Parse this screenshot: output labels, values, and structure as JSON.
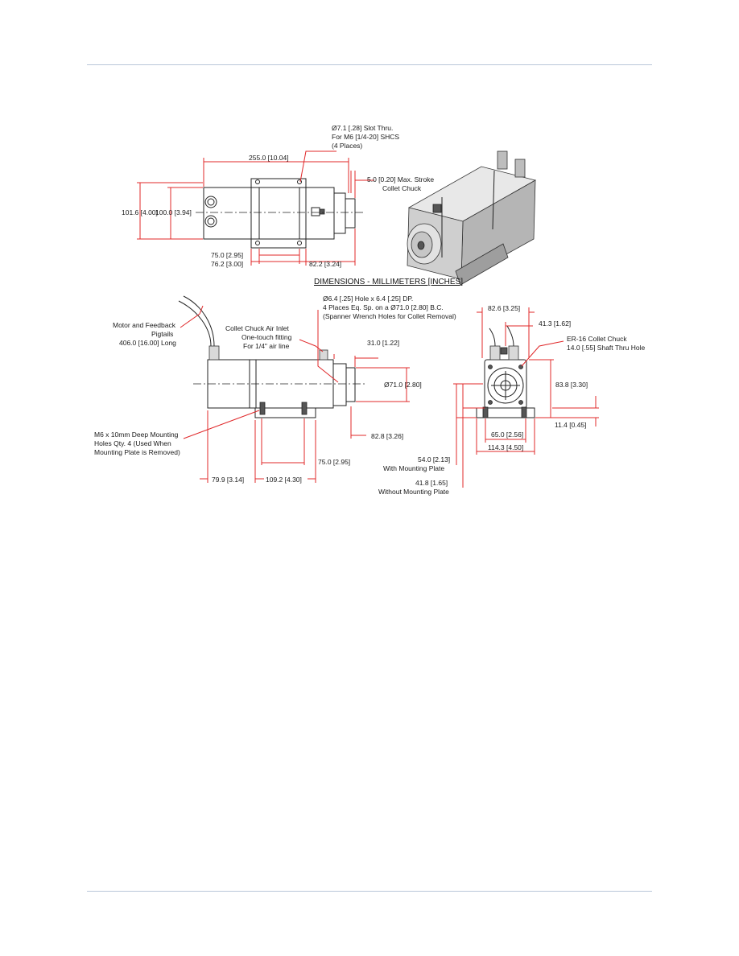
{
  "labels": {
    "slot_note_1": "Ø7.1 [.28] Slot Thru.",
    "slot_note_2": "For M6 [1/4-20] SHCS",
    "slot_note_3": "(4 Places)",
    "dim_255": "255.0 [10.04]",
    "stroke_1": "5.0 [0.20] Max. Stroke",
    "stroke_2": "Collet Chuck",
    "dim_1016": "101.6 [4.00]",
    "dim_1000": "100.0 [3.94]",
    "dim_750_top": "75.0 [2.95]",
    "dim_762": "76.2 [3.00]",
    "dim_822_top": "82.2 [3.24]",
    "title": "DIMENSIONS - MILLIMETERS [INCHES]",
    "motor_1": "Motor and Feedback",
    "motor_2": "Pigtails",
    "motor_3": "406.0 [16.00] Long",
    "hole_1": "Ø6.4 [.25] Hole x 6.4 [.25] DP.",
    "hole_2": "4 Places Eq. Sp. on a Ø71.0 [2.80] B.C.",
    "hole_3": "(Spanner Wrench Holes for Collet Removal)",
    "air_1": "Collet Chuck Air Inlet",
    "air_2": "One-touch fitting",
    "air_3": "For 1/4\" air line",
    "dim_310": "31.0 [1.22]",
    "dim_710": "Ø71.0 [2.80]",
    "m6_1": "M6 x 10mm Deep Mounting",
    "m6_2": "Holes Qty. 4 (Used When",
    "m6_3": "Mounting Plate is Removed)",
    "dim_828": "82.8 [3.26]",
    "dim_750_side": "75.0 [2.95]",
    "dim_799": "79.9 [3.14]",
    "dim_1092": "109.2 [4.30]",
    "dim_826": "82.6 [3.25]",
    "dim_413": "41.3 [1.62]",
    "er_1": "ER-16 Collet Chuck",
    "er_2": "14.0 [.55] Shaft Thru Hole",
    "dim_838": "83.8 [3.30]",
    "dim_114_small": "11.4 [0.45]",
    "dim_650": "65.0 [2.56]",
    "dim_1143": "114.3 [4.50]",
    "mp_with_1": "54.0 [2.13]",
    "mp_with_2": "With Mounting Plate",
    "mp_without_1": "41.8 [1.65]",
    "mp_without_2": "Without Mounting Plate"
  }
}
